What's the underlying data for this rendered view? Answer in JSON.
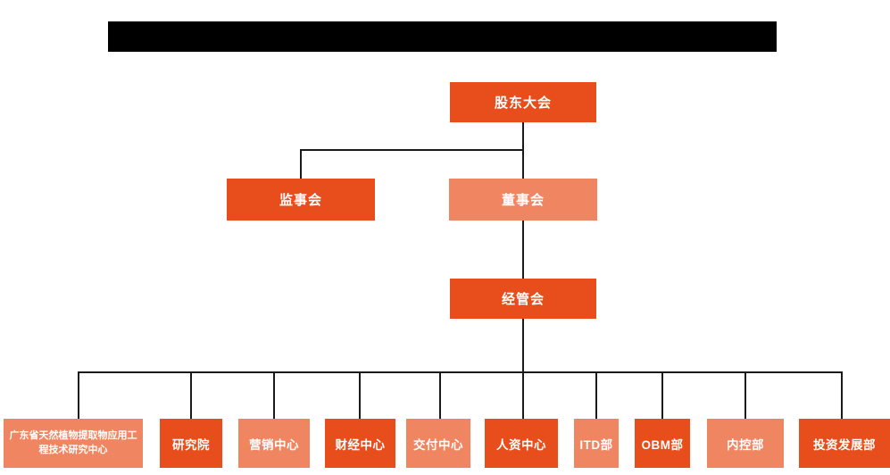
{
  "colors": {
    "box_primary": "#E84E1B",
    "box_secondary": "#F08561",
    "connector_line": "#1A1A1A",
    "redacted_title_bar": "#000000",
    "box_text": "#FFFFFF",
    "background": "#FFFFFF"
  },
  "org_chart": {
    "root": {
      "label": "股东大会"
    },
    "second_level": [
      {
        "label": "监事会"
      },
      {
        "label": "董事会"
      }
    ],
    "third_level": {
      "label": "经管会"
    },
    "departments": [
      {
        "label": "广东省天然植物提取物应用工程技术研究中心"
      },
      {
        "label": "研究院"
      },
      {
        "label": "营销中心"
      },
      {
        "label": "财经中心"
      },
      {
        "label": "交付中心"
      },
      {
        "label": "人资中心"
      },
      {
        "label": "ITD部"
      },
      {
        "label": "OBM部"
      },
      {
        "label": "内控部"
      },
      {
        "label": "投资发展部"
      }
    ]
  }
}
